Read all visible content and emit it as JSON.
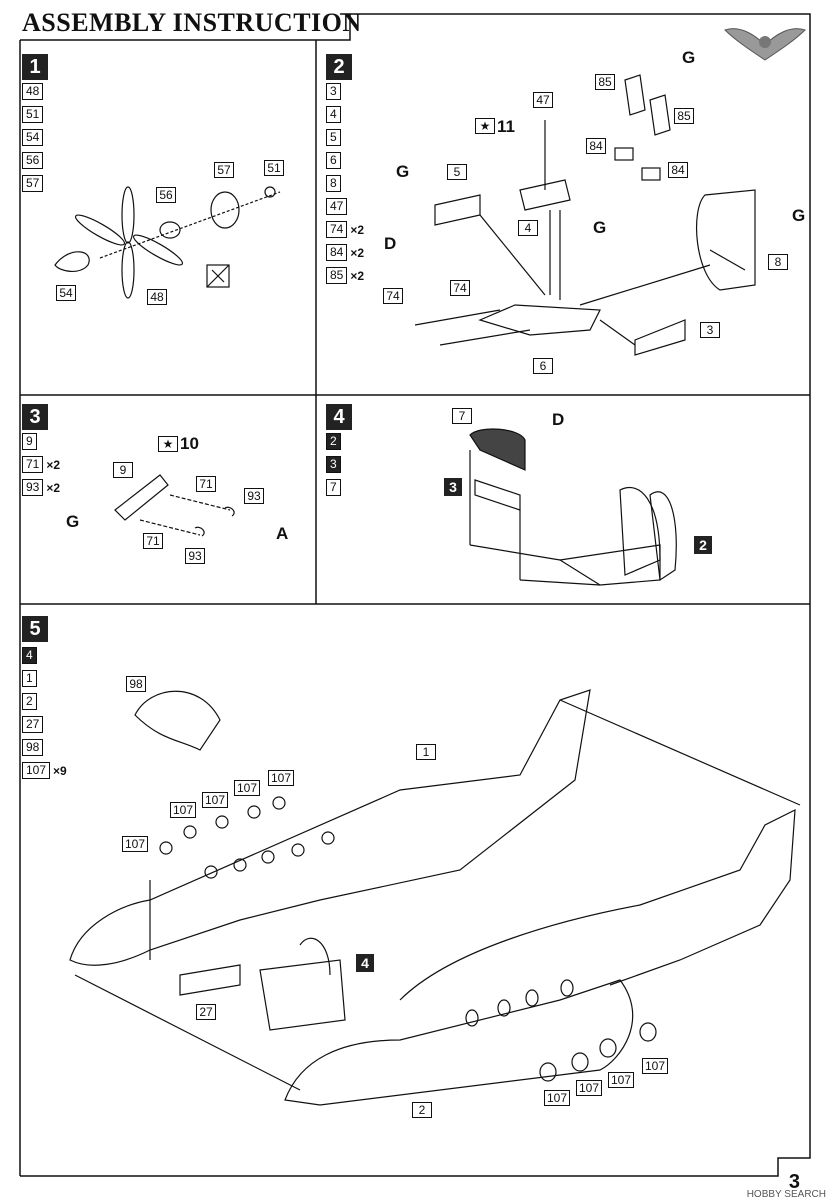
{
  "header": {
    "title": "ASSEMBLY INSTRUCTION",
    "page_number": "3",
    "watermark": "HOBBY SEARCH"
  },
  "steps": [
    {
      "number": "1",
      "parts": [
        {
          "id": "48",
          "qty": ""
        },
        {
          "id": "51",
          "qty": ""
        },
        {
          "id": "54",
          "qty": ""
        },
        {
          "id": "56",
          "qty": ""
        },
        {
          "id": "57",
          "qty": ""
        }
      ],
      "callouts": [
        "57",
        "51",
        "56",
        "54",
        "48"
      ]
    },
    {
      "number": "2",
      "parts": [
        {
          "id": "3",
          "qty": ""
        },
        {
          "id": "4",
          "qty": ""
        },
        {
          "id": "5",
          "qty": ""
        },
        {
          "id": "6",
          "qty": ""
        },
        {
          "id": "8",
          "qty": ""
        },
        {
          "id": "47",
          "qty": ""
        },
        {
          "id": "74",
          "qty": "×2"
        },
        {
          "id": "84",
          "qty": "×2"
        },
        {
          "id": "85",
          "qty": "×2"
        }
      ],
      "callouts": [
        "47",
        "85",
        "85",
        "84",
        "84",
        "5",
        "4",
        "74",
        "74",
        "8",
        "3",
        "6"
      ],
      "decal": "11",
      "paint": [
        "G",
        "G",
        "G",
        "D",
        "G"
      ]
    },
    {
      "number": "3",
      "parts": [
        {
          "id": "9",
          "qty": ""
        },
        {
          "id": "71",
          "qty": "×2"
        },
        {
          "id": "93",
          "qty": "×2"
        }
      ],
      "callouts": [
        "9",
        "71",
        "93",
        "71",
        "93"
      ],
      "decal": "10",
      "paint": [
        "G",
        "A"
      ]
    },
    {
      "number": "4",
      "parts": [
        {
          "id": "2",
          "qty": "",
          "sub": true
        },
        {
          "id": "3",
          "qty": "",
          "sub": true
        },
        {
          "id": "7",
          "qty": ""
        }
      ],
      "callouts": [
        "7",
        "3",
        "2"
      ],
      "paint": [
        "D"
      ]
    },
    {
      "number": "5",
      "parts": [
        {
          "id": "4",
          "qty": "",
          "sub": true
        },
        {
          "id": "1",
          "qty": ""
        },
        {
          "id": "2",
          "qty": ""
        },
        {
          "id": "27",
          "qty": ""
        },
        {
          "id": "98",
          "qty": ""
        },
        {
          "id": "107",
          "qty": "×9"
        }
      ],
      "callouts": [
        "98",
        "1",
        "107",
        "107",
        "107",
        "107",
        "107",
        "4",
        "27",
        "2",
        "107",
        "107",
        "107",
        "107"
      ]
    }
  ]
}
